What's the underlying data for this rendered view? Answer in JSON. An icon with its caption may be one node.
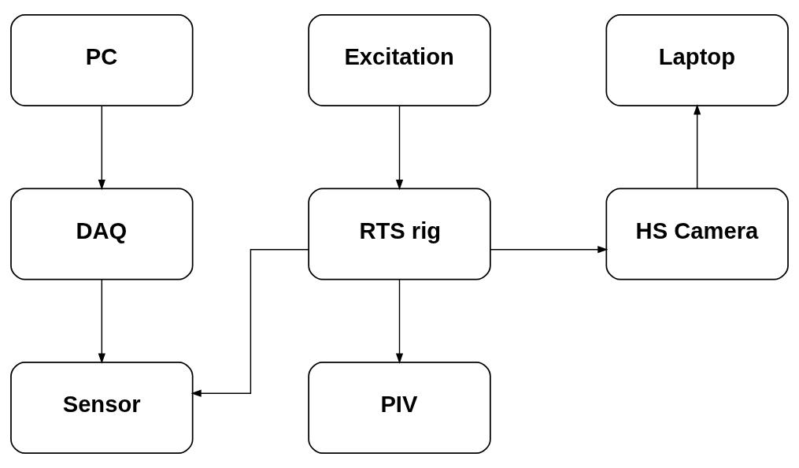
{
  "diagram": {
    "nodes": [
      {
        "text": [
          "PC"
        ]
      },
      {
        "text": [
          "Excitation"
        ]
      },
      {
        "text": [
          "Laptop"
        ]
      },
      {
        "text": [
          "DAQ"
        ]
      },
      {
        "text": [
          "RTS rig"
        ]
      },
      {
        "text": [
          "HS Camera"
        ]
      },
      {
        "text": [
          "Sensor"
        ]
      },
      {
        "text": [
          "PIV"
        ]
      }
    ],
    "edges": [
      {
        "from": 0,
        "to": 3,
        "arrow": "to"
      },
      {
        "from": 1,
        "to": 4,
        "arrow": "to"
      },
      {
        "from": 5,
        "to": 2,
        "arrow": "to"
      },
      {
        "from": 4,
        "to": 5,
        "arrow": "to"
      },
      {
        "from": 3,
        "to": 6,
        "arrow": "to"
      },
      {
        "from": 4,
        "to": 6,
        "arrow": "to"
      },
      {
        "from": 4,
        "to": 7,
        "arrow": "to"
      }
    ]
  }
}
